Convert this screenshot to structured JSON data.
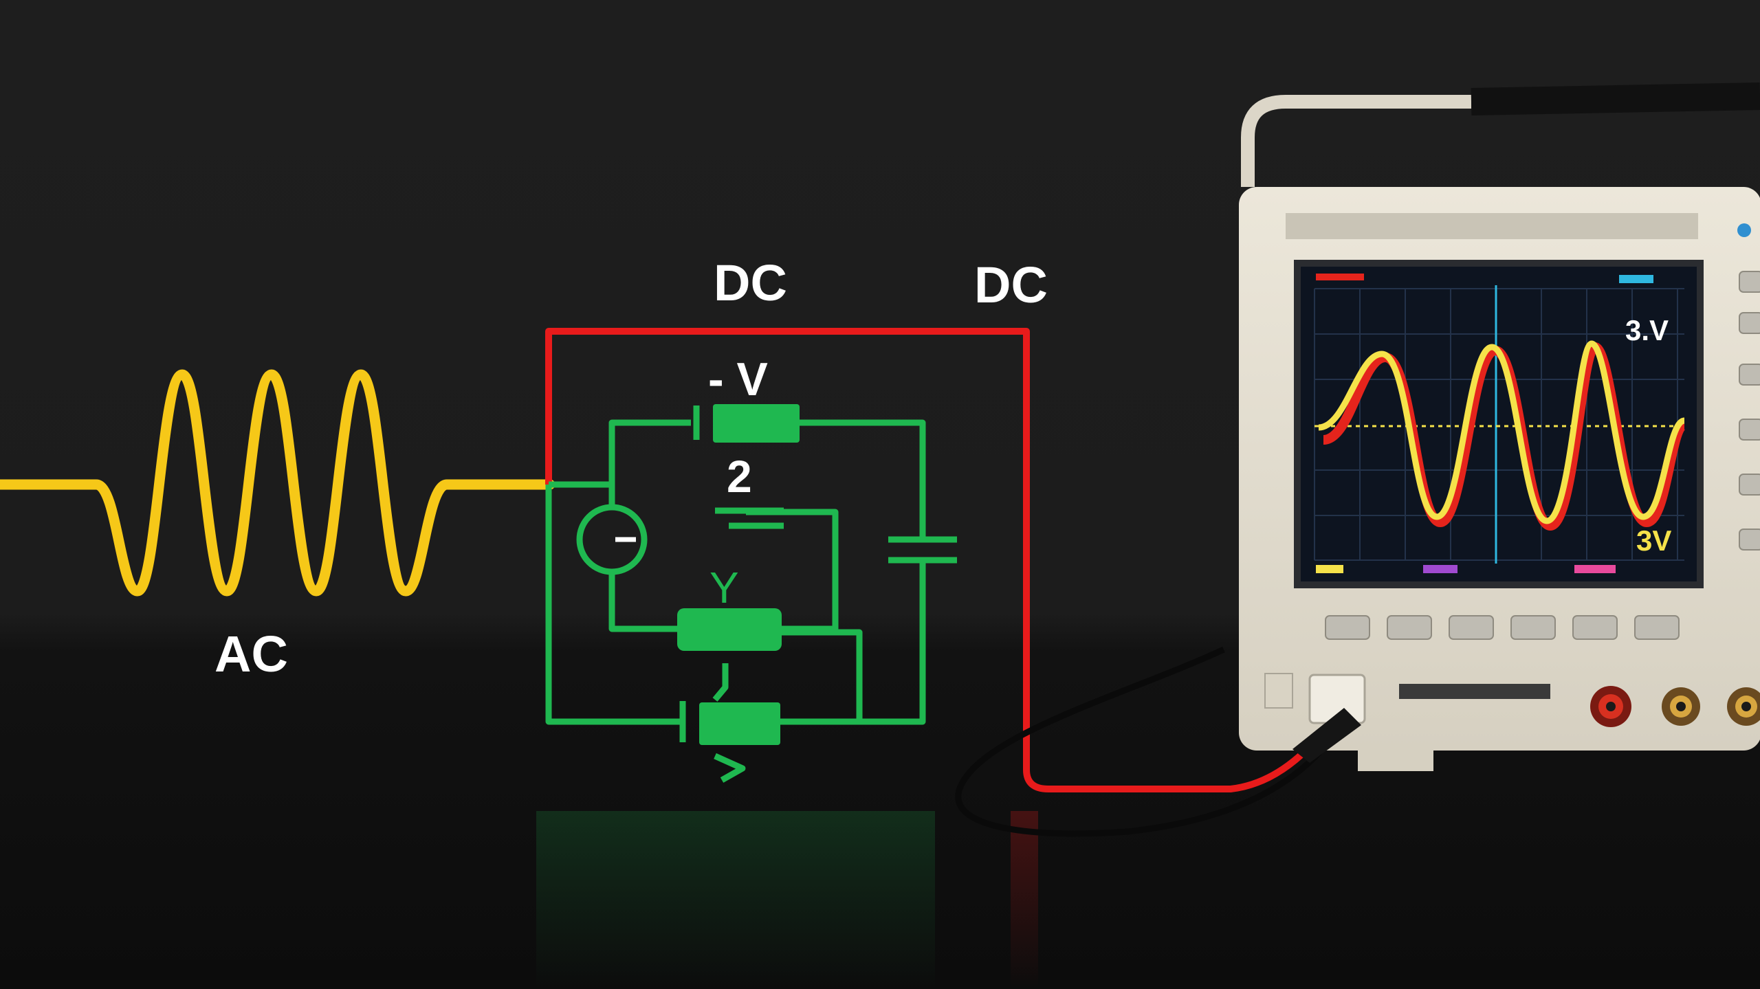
{
  "labels": {
    "ac": "AC",
    "dc_left": "DC",
    "dc_right": "DC",
    "component_v": "- V",
    "component_2": "2",
    "component_y": "Y"
  },
  "oscilloscope": {
    "readout_top": "3.V",
    "readout_bottom": "3V"
  },
  "colors": {
    "background": "#1a1a1a",
    "ac_wave": "#f6c818",
    "dc_wire": "#e81b1b",
    "circuit": "#1fb850",
    "scope_body": "#e9e4d6",
    "scope_screen": "#0d1420",
    "scope_trace_yellow": "#f5e24a",
    "scope_trace_red": "#e5241c"
  }
}
